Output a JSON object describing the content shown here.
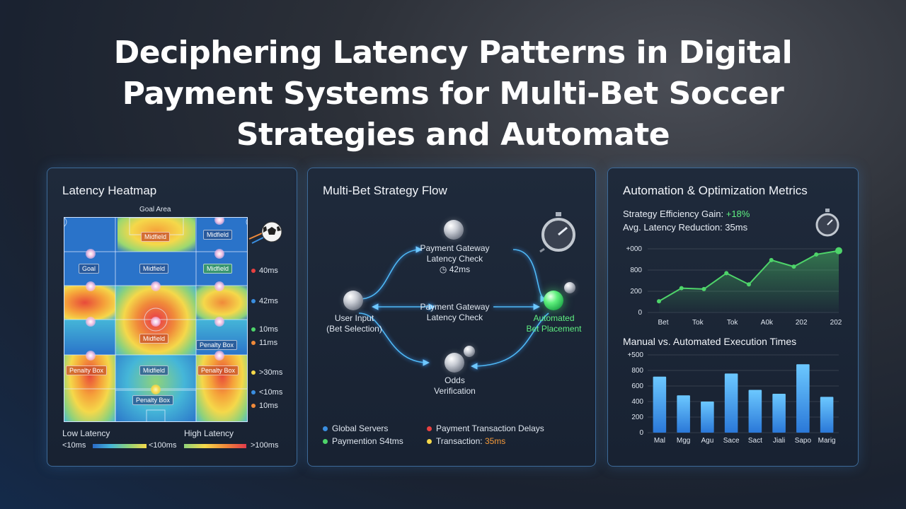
{
  "title": {
    "line1": "Deciphering Latency Patterns in Digital",
    "line2": "Payment Systems for Multi-Bet Soccer",
    "line3": "Strategies and Automate"
  },
  "heatmap": {
    "title": "Latency Heatmap",
    "goal_area": "Goal Area",
    "labels": {
      "midfield_top": "Midfield",
      "midfield_top_right": "Midfield",
      "goal": "Goal",
      "midfield_mid": "Midfield",
      "midfield_mid_right": "Midfield",
      "midfield_center": "Midfield",
      "penalty_box_right": "Penalty Box",
      "penalty_box_left": "Penalty Box",
      "midfield_low": "Midfield",
      "penalty_box_low_right": "Penalty Box",
      "penalty_box_bottom": "Penalty Box"
    },
    "legend": [
      {
        "text": "40ms",
        "color": "#e84040"
      },
      {
        "text": "42ms",
        "color": "#3a8ee0"
      },
      {
        "text": "10ms",
        "color": "#4ed46a"
      },
      {
        "text": "11ms",
        "color": "#f08a3a"
      },
      {
        "text": ">30ms",
        "color": "#f5d84a"
      },
      {
        "text": "<10ms",
        "color": "#3a8ee0"
      },
      {
        "text": "10ms",
        "color": "#f08a3a"
      }
    ],
    "low_latency": "Low Latency",
    "high_latency": "High Latency",
    "scale_low_min": "<10ms",
    "scale_low_max": "<100ms",
    "scale_high_max": ">100ms"
  },
  "flow": {
    "title": "Multi-Bet Strategy Flow",
    "gateway_top_line1": "Payment Gateway",
    "gateway_top_line2": "Latency Check",
    "gateway_top_time": "42ms",
    "gateway_mid_line1": "Payment Gateway",
    "gateway_mid_line2": "Latency Check",
    "user_input_line1": "User Input",
    "user_input_line2": "(Bet Selection)",
    "automated_line1": "Automated",
    "automated_line2": "Bet Placement",
    "odds_line1": "Odds",
    "odds_line2": "Verification",
    "legend": [
      {
        "text": "Global Servers",
        "color": "#3a8ee0"
      },
      {
        "text": "Payment Transaction Delays",
        "color": "#e84040"
      },
      {
        "text": "Paymention S4tms",
        "color": "#4ed46a"
      },
      {
        "text": "Transaction:",
        "value": "35ms",
        "color": "#f5d84a"
      }
    ]
  },
  "metrics": {
    "title": "Automation & Optimization Metrics",
    "efficiency_label": "Strategy Efficiency Gain:",
    "efficiency_value": "+18%",
    "latency_reduction": "Avg. Latency Reduction: 35ms",
    "exec_title": "Manual vs. Automated Execution Times"
  },
  "chart_data": [
    {
      "type": "area",
      "categories": [
        "Bet",
        "Tok",
        "Tok",
        "A0k",
        "202",
        "202"
      ],
      "y_tick_labels": [
        "+000",
        "800",
        "200",
        "0"
      ],
      "x": [
        0,
        1,
        2,
        3,
        4,
        5,
        6,
        7,
        8
      ],
      "values": [
        120,
        260,
        250,
        420,
        300,
        560,
        490,
        620,
        660
      ],
      "ylim": [
        0,
        680
      ],
      "color": "#4ed46a",
      "grid": true
    },
    {
      "type": "bar",
      "categories": [
        "Mal",
        "Mgg",
        "Agu",
        "Sace",
        "Sact",
        "Jiali",
        "Sapo",
        "Marig"
      ],
      "y_tick_labels": [
        "+500",
        "800",
        "600",
        "400",
        "200",
        "0"
      ],
      "values": [
        720,
        480,
        400,
        760,
        550,
        500,
        880,
        460
      ],
      "ylim": [
        0,
        1000
      ],
      "color": "#4aa8f0",
      "grid": true
    }
  ]
}
